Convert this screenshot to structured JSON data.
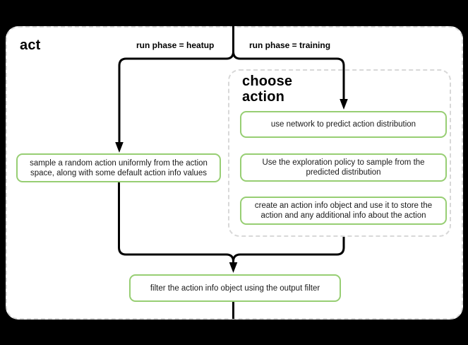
{
  "diagram": {
    "title": "act",
    "group": {
      "title": "choose action"
    },
    "branch_labels": {
      "heatup": "run phase = heatup",
      "training": "run phase = training"
    },
    "nodes": {
      "sample_random_action": "sample a random action uniformly from the action space, along with some default action info values",
      "use_network": "use network to predict action distribution",
      "exploration_policy": "Use the exploration policy to sample from the predicted distribution",
      "create_action_info": "create an action info object and use it to store the action and any additional info about the action",
      "filter_action_info": "filter the action info object using the output filter"
    },
    "colors": {
      "node_border": "#97ce73",
      "edge": "#000000",
      "dashed_border": "#d8d8d8",
      "panel_background": "#ffffff",
      "canvas_background": "#000000"
    }
  }
}
